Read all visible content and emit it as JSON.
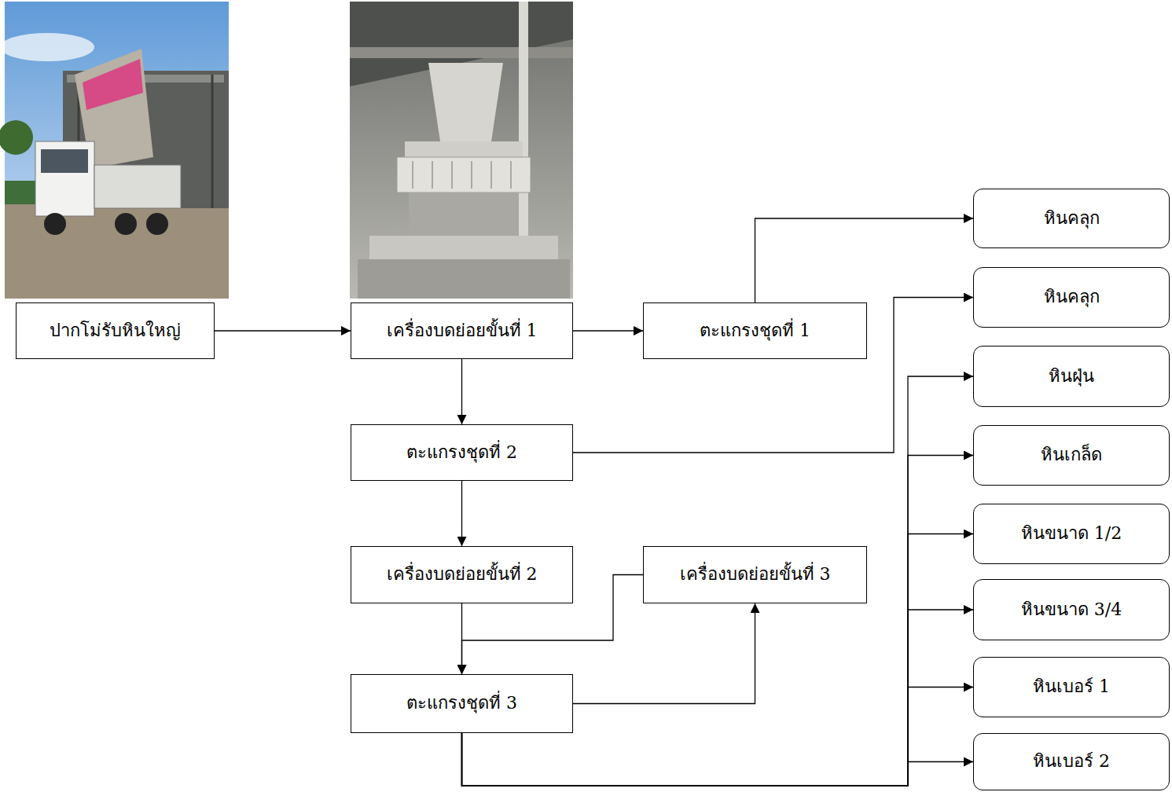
{
  "diagram": {
    "nodes": [
      {
        "text": [
          "ปากโม่รับหินใหญ่"
        ]
      },
      {
        "text": [
          "เครื่องบดย่อยขั้นที่ 1"
        ]
      },
      {
        "text": [
          "ตะแกรงชุดที่ 1"
        ]
      },
      {
        "text": [
          "ตะแกรงชุดที่ 2"
        ]
      },
      {
        "text": [
          "เครื่องบดย่อยขั้นที่ 2"
        ]
      },
      {
        "text": [
          "เครื่องบดย่อยขั้นที่ 3"
        ]
      },
      {
        "text": [
          "ตะแกรงชุดที่ 3"
        ]
      },
      {
        "text": [
          "หินคลุก"
        ]
      },
      {
        "text": [
          "หินคลุก"
        ]
      },
      {
        "text": [
          "หินฝุ่น"
        ]
      },
      {
        "text": [
          "หินเกล็ด"
        ]
      },
      {
        "text": [
          "หินขนาด 1/2"
        ]
      },
      {
        "text": [
          "หินขนาด 3/4"
        ]
      },
      {
        "text": [
          "หินเบอร์ 1"
        ]
      },
      {
        "text": [
          "หินเบอร์ 2"
        ]
      }
    ],
    "edges": [
      {
        "from": 0,
        "to": 1,
        "arrow": "to"
      },
      {
        "from": 1,
        "to": 2,
        "arrow": "to"
      },
      {
        "from": 2,
        "to": 7,
        "arrow": "to"
      },
      {
        "from": 1,
        "to": 3,
        "arrow": "to"
      },
      {
        "from": 3,
        "to": 8,
        "arrow": "to"
      },
      {
        "from": 3,
        "to": 4,
        "arrow": "to"
      },
      {
        "from": 4,
        "to": 6,
        "arrow": "to"
      },
      {
        "from": 5,
        "to": 6,
        "arrow": "to"
      },
      {
        "from": 6,
        "to": 5,
        "arrow": "to"
      },
      {
        "from": 6,
        "to": 9,
        "arrow": "to"
      },
      {
        "from": 6,
        "to": 10,
        "arrow": "to"
      },
      {
        "from": 6,
        "to": 11,
        "arrow": "to"
      },
      {
        "from": 6,
        "to": 12,
        "arrow": "to"
      },
      {
        "from": 6,
        "to": 13,
        "arrow": "to"
      },
      {
        "from": 6,
        "to": 14,
        "arrow": "to"
      }
    ]
  }
}
